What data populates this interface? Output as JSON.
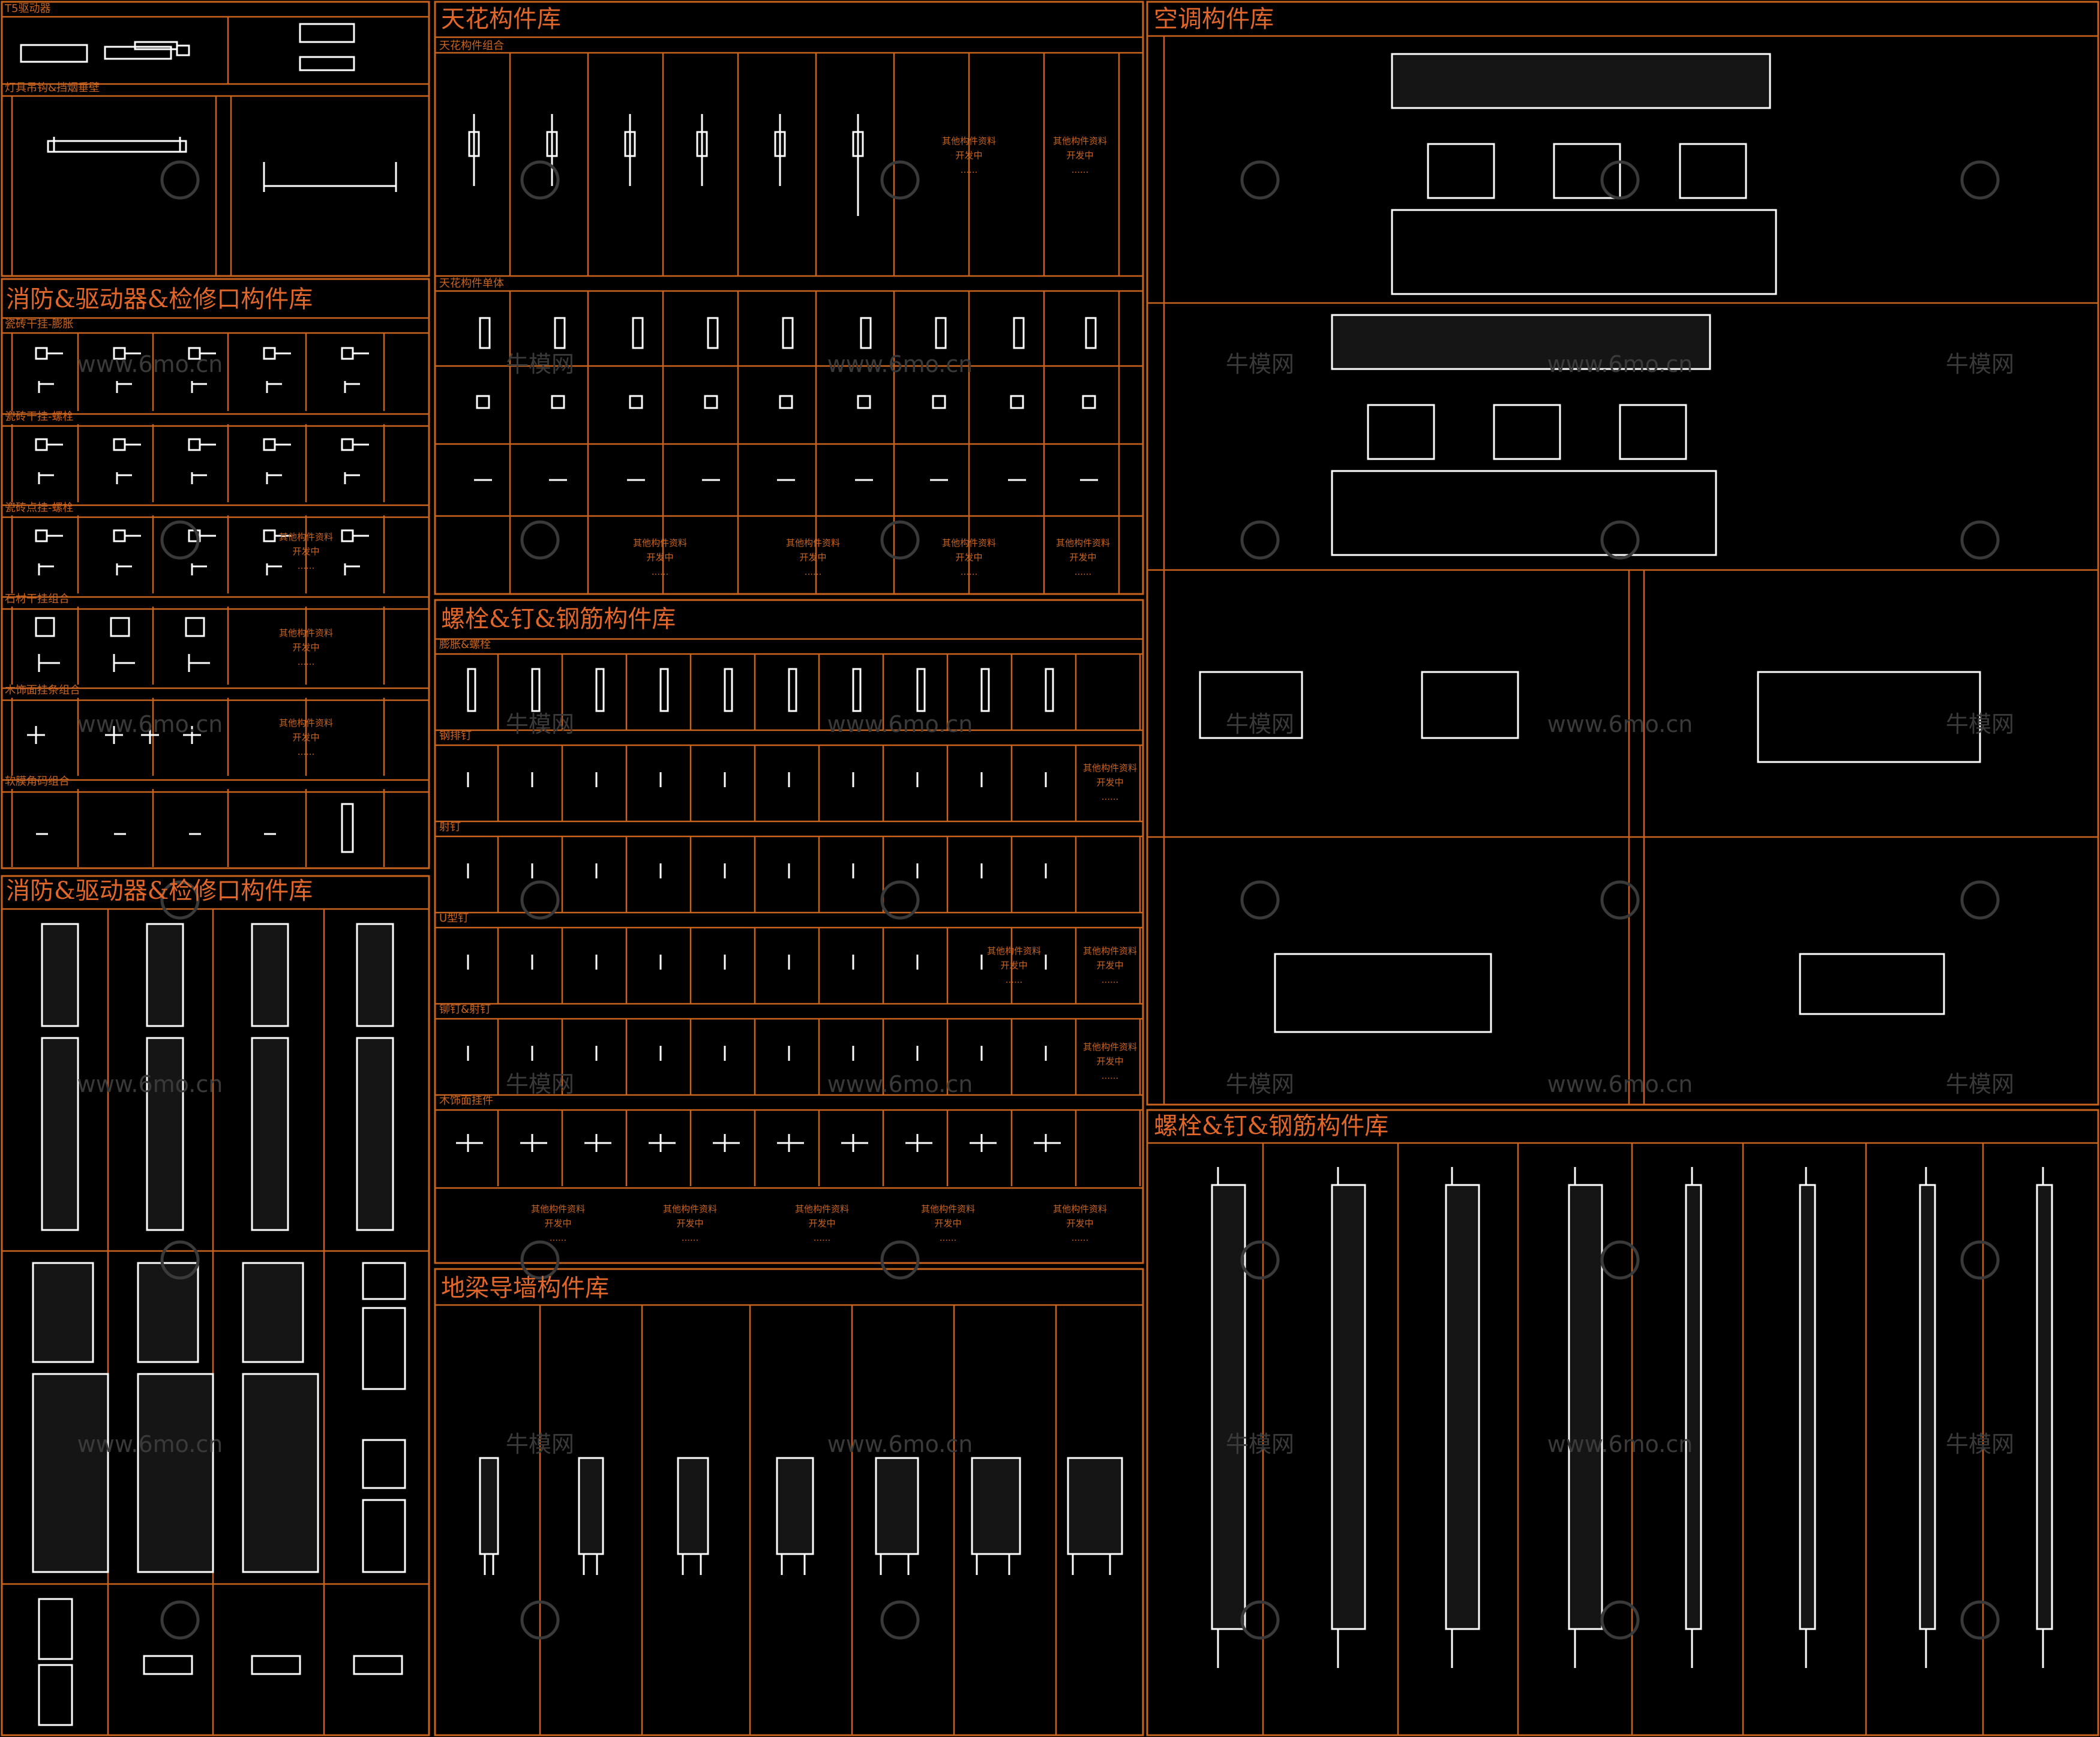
{
  "colors": {
    "background": "#000000",
    "frame": "#c8641e",
    "title": "#e0662a",
    "sublabel": "#c8641e",
    "line": "#ffffff",
    "watermark": "#3a3a3a"
  },
  "panels": {
    "top_left": {
      "sub1": "T5驱动器",
      "sub2": "灯具吊钩&挡烟垂壁"
    },
    "left_mid": {
      "title": "消防&驱动器&检修口构件库",
      "rows": [
        "瓷砖干挂-膨胀",
        "瓷砖干挂-螺栓",
        "瓷砖点挂-螺栓",
        "石材干挂组合",
        "木饰面挂条组合",
        "软膜角码组合"
      ]
    },
    "left_bottom": {
      "title": "消防&驱动器&检修口构件库"
    },
    "ceiling": {
      "title": "天花构件库",
      "sub1": "天花构件组合",
      "sub2": "天花构件单体"
    },
    "bolts": {
      "title": "螺栓&钉&钢筋构件库",
      "rows": [
        "膨胀&螺栓",
        "钢排钉",
        "射钉",
        "U型钉",
        "铆钉&射钉",
        "木饰面挂件"
      ]
    },
    "beam": {
      "title": "地梁导墙构件库"
    },
    "ac": {
      "title": "空调构件库"
    },
    "bolts_right": {
      "title": "螺栓&钉&钢筋构件库"
    }
  },
  "placeholder": {
    "line1": "其他构件资料",
    "line2": "开发中",
    "line3": "......"
  },
  "watermarks": {
    "site": "www.6mo.cn",
    "brand": "牛模网"
  }
}
